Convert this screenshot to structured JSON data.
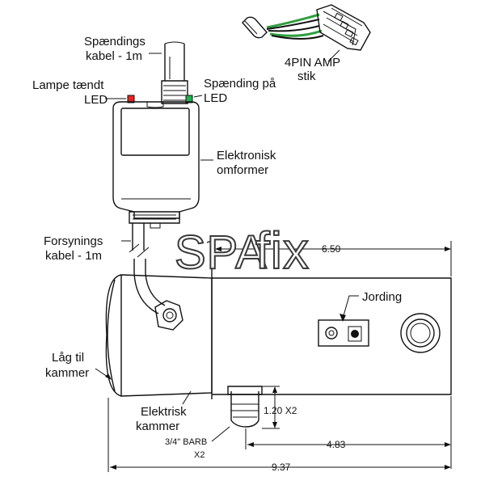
{
  "labels": {
    "power_cable_l1": "Spændings",
    "power_cable_l2": "kabel - 1m",
    "lamp_led_l1": "Lampe tændt",
    "lamp_led_l2": "LED",
    "power_led_l1": "Spænding på",
    "power_led_l2": "LED",
    "connector_l1": "4PIN AMP",
    "connector_l2": "stik",
    "converter_l1": "Elektronisk",
    "converter_l2": "omformer",
    "supply_cable_l1": "Forsynings",
    "supply_cable_l2": "kabel - 1m",
    "ground": "Jording",
    "lid_l1": "Låg til",
    "lid_l2": "kammer",
    "chamber_l1": "Elektrisk",
    "chamber_l2": "kammer",
    "barb_l1": "3/4\" BARB",
    "barb_l2": "X2"
  },
  "dimensions": {
    "length_650": "6.50",
    "height_120": "1.20 X2",
    "length_483": "4.83",
    "length_937": "9.37"
  },
  "logo": {
    "text_a": "SPA",
    "text_b": "fix"
  },
  "colors": {
    "led_red": "#e8231f",
    "led_green": "#22b14c",
    "wire_green": "#2e9e3e",
    "outline": "#111111"
  }
}
